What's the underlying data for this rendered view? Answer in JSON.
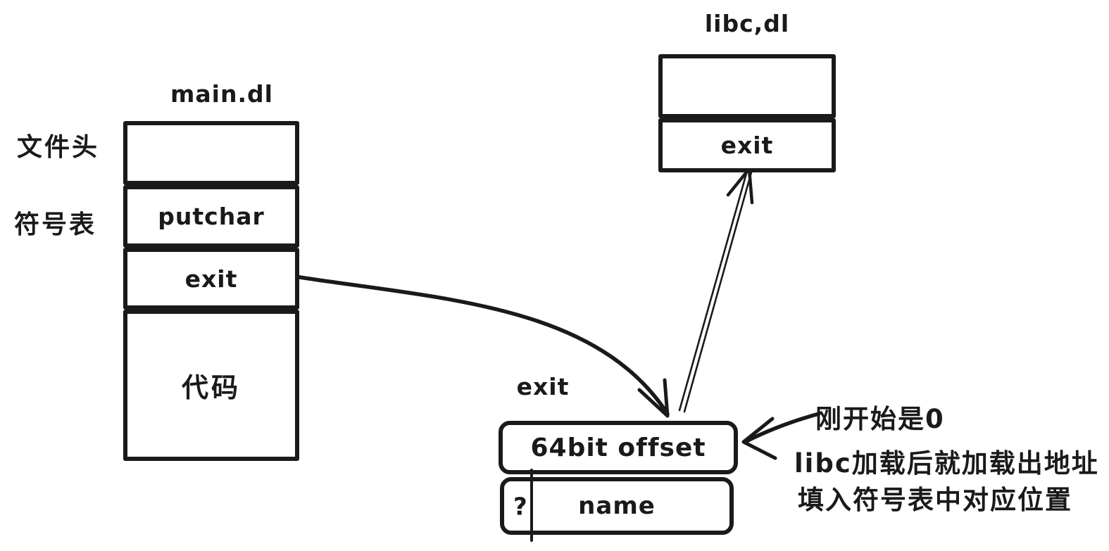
{
  "colors": {
    "background": "#ffffff",
    "ink": "#1a1a1a"
  },
  "main_module": {
    "title": "main.dl",
    "row_labels": {
      "file_header": "文件头",
      "symbol_table": "符号表"
    },
    "cells": {
      "header": "",
      "putchar": "putchar",
      "exit": "exit",
      "code": "代码"
    }
  },
  "libc_module": {
    "title": "libc,dl",
    "cells": {
      "top": "",
      "exit": "exit"
    }
  },
  "symbol_entry": {
    "label": "exit",
    "offset": "64bit offset",
    "question": "?",
    "name": "name"
  },
  "annotation": {
    "line1": "刚开始是0",
    "line2": "libc加载后就加载出地址",
    "line3": "填入符号表中对应位置"
  }
}
